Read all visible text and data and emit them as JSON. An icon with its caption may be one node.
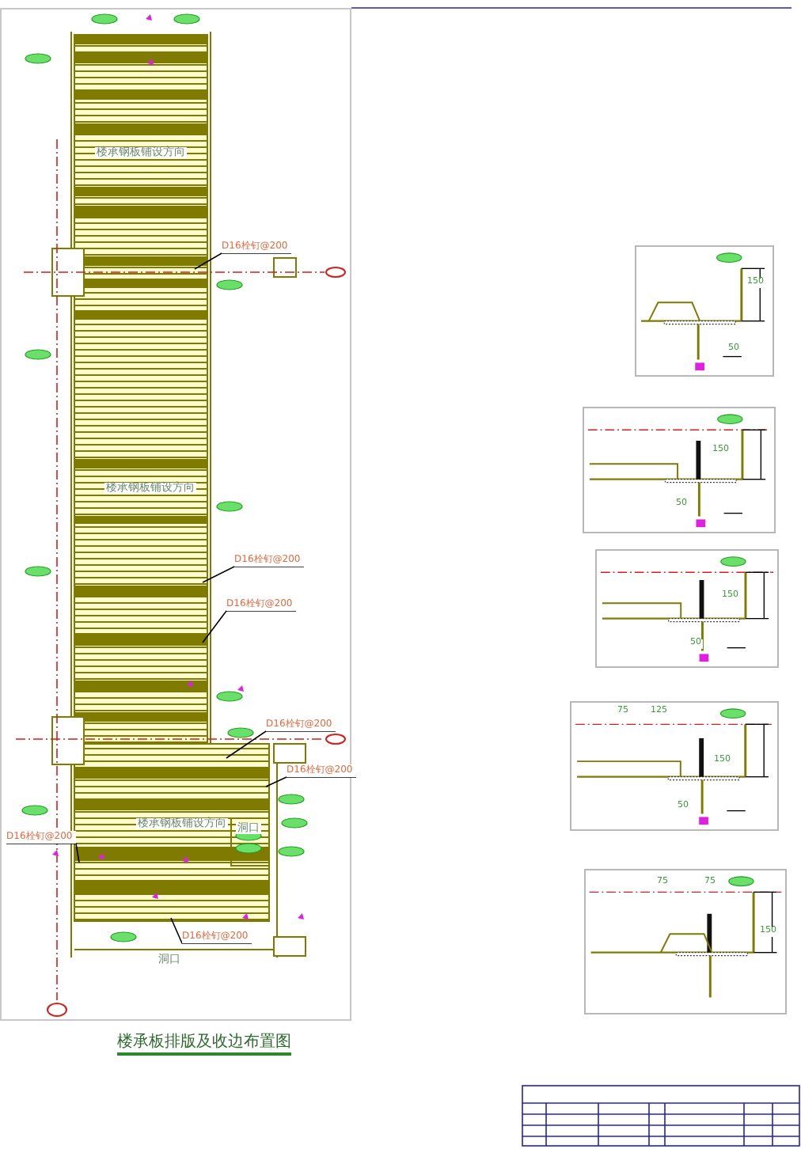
{
  "diagram": {
    "title": "楼承板排版及收边布置图",
    "nodes": [
      {
        "text": [
          "D16栓钉@200"
        ]
      },
      {
        "text": [
          "D16栓钉@200"
        ]
      },
      {
        "text": [
          "D16栓钉@200"
        ]
      },
      {
        "text": [
          "D16栓钉@200"
        ]
      },
      {
        "text": [
          "D16栓钉@200"
        ]
      },
      {
        "text": [
          "D16栓钉@200"
        ]
      },
      {
        "text": [
          "D16栓钉@200"
        ]
      }
    ],
    "edges": [
      {
        "from": 0,
        "to": null,
        "arrow": "none"
      },
      {
        "from": 1,
        "to": null,
        "arrow": "none"
      },
      {
        "from": 2,
        "to": null,
        "arrow": "none"
      },
      {
        "from": 3,
        "to": null,
        "arrow": "none"
      },
      {
        "from": 4,
        "to": null,
        "arrow": "none"
      },
      {
        "from": 5,
        "to": null,
        "arrow": "none"
      },
      {
        "from": 6,
        "to": null,
        "arrow": "none"
      }
    ],
    "labels": [
      "楼承钢板铺设方向",
      "楼承钢板铺设方向",
      "楼承钢板铺设方向",
      "洞口",
      "洞口",
      "150",
      "50",
      "150",
      "50",
      "150",
      "50",
      "75",
      "125",
      "150",
      "50",
      "75",
      "75",
      "150"
    ]
  }
}
